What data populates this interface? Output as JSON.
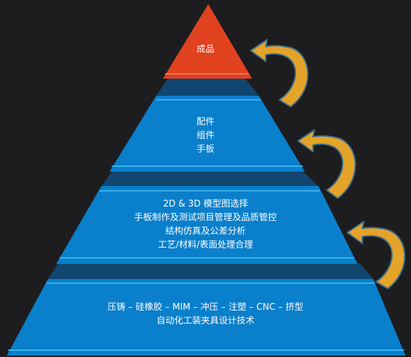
{
  "pyramid": {
    "tiers": [
      {
        "name": "top",
        "lines": [
          "成品"
        ]
      },
      {
        "name": "second",
        "lines": [
          "配件",
          "组件",
          "手板"
        ]
      },
      {
        "name": "third",
        "lines": [
          "2D & 3D 模型图选择",
          "手板制作及测试项目管理及品质管控",
          "结构仿真及公差分析",
          "工艺/材料/表面处理合理"
        ]
      },
      {
        "name": "base",
        "lines": [
          "压铸 – 硅橡胶  – MIM – 冲压 – 注塑 – CNC  – 挤型",
          "自动化工装夹具设计技术"
        ]
      }
    ]
  },
  "colors": {
    "background": "#1d1d1f",
    "top_tier": "#e0421f",
    "tier_blue": "#0a7fcb",
    "tier_stripe": "#3bb3ee",
    "shadow_band": "#10466f",
    "arrow": "#e4a329",
    "arrow_outline": "#3d6f90"
  },
  "arrows": [
    {
      "name": "curved-arrow",
      "direction": "up-left"
    },
    {
      "name": "curved-arrow",
      "direction": "up-left"
    },
    {
      "name": "curved-arrow",
      "direction": "up-left"
    }
  ]
}
